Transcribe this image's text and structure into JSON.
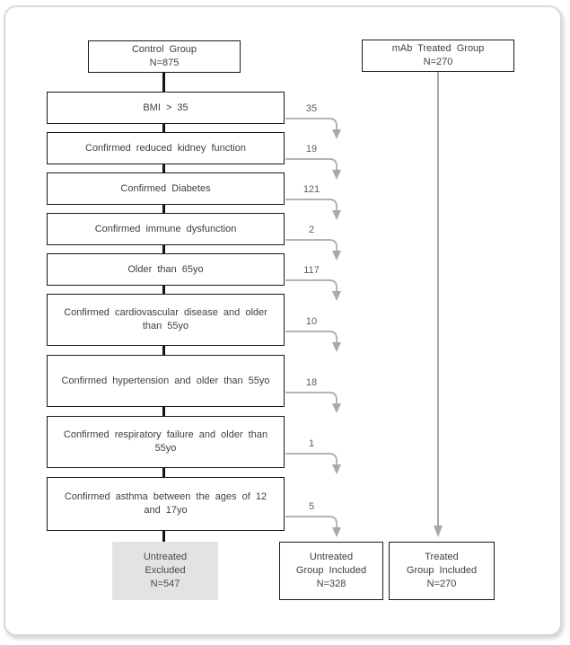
{
  "palette": {
    "box_border": "#1a1a1a",
    "arrow_gray": "#a9a9a9",
    "count_text": "#5c5c5c",
    "box_text": "#3f3f3f",
    "excluded_box_bg": "#e4e2e2",
    "frame_border": "#d9d9d9"
  },
  "top": {
    "control_group": {
      "line1": "Control Group",
      "line2": "N=875"
    },
    "mab_group": {
      "line1": "mAb Treated Group",
      "line2": "N=270"
    }
  },
  "exclusions": [
    {
      "label": "BMI > 35",
      "count": "35"
    },
    {
      "label": "Confirmed reduced kidney function",
      "count": "19"
    },
    {
      "label": "Confirmed Diabetes",
      "count": "121"
    },
    {
      "label": "Confirmed immune dysfunction",
      "count": "2"
    },
    {
      "label": "Older than 65yo",
      "count": "117"
    },
    {
      "label": "Confirmed cardiovascular disease and older than 55yo",
      "count": "10"
    },
    {
      "label": "Confirmed hypertension and older than 55yo",
      "count": "18"
    },
    {
      "label": "Confirmed respiratory failure and older than 55yo",
      "count": "1"
    },
    {
      "label": "Confirmed asthma between the ages of 12 and 17yo",
      "count": "5"
    }
  ],
  "outcomes": {
    "excluded": {
      "line1": "Untreated",
      "line2": "Excluded",
      "line3": "N=547"
    },
    "untreated_included": {
      "line1": "Untreated",
      "line2": "Group Included",
      "line3": "N=328"
    },
    "treated_included": {
      "line1": "Treated",
      "line2": "Group Included",
      "line3": "N=270"
    }
  }
}
